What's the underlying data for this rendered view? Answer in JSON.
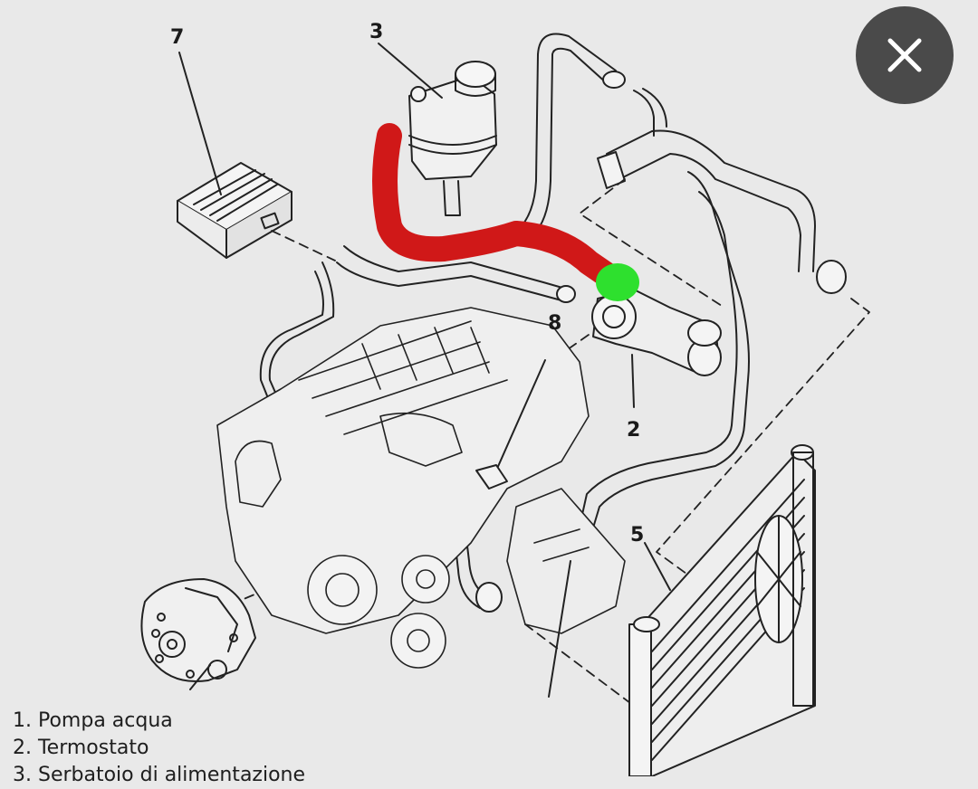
{
  "diagram": {
    "callouts": [
      "7",
      "3",
      "8",
      "2",
      "5"
    ],
    "highlight_colors": {
      "hose": "#d01818",
      "marker": "#2ee02e"
    }
  },
  "legend": {
    "items": [
      "1. Pompa acqua",
      "2. Termostato",
      "3. Serbatoio di alimentazione"
    ]
  },
  "controls": {
    "close_icon": "close-icon"
  }
}
